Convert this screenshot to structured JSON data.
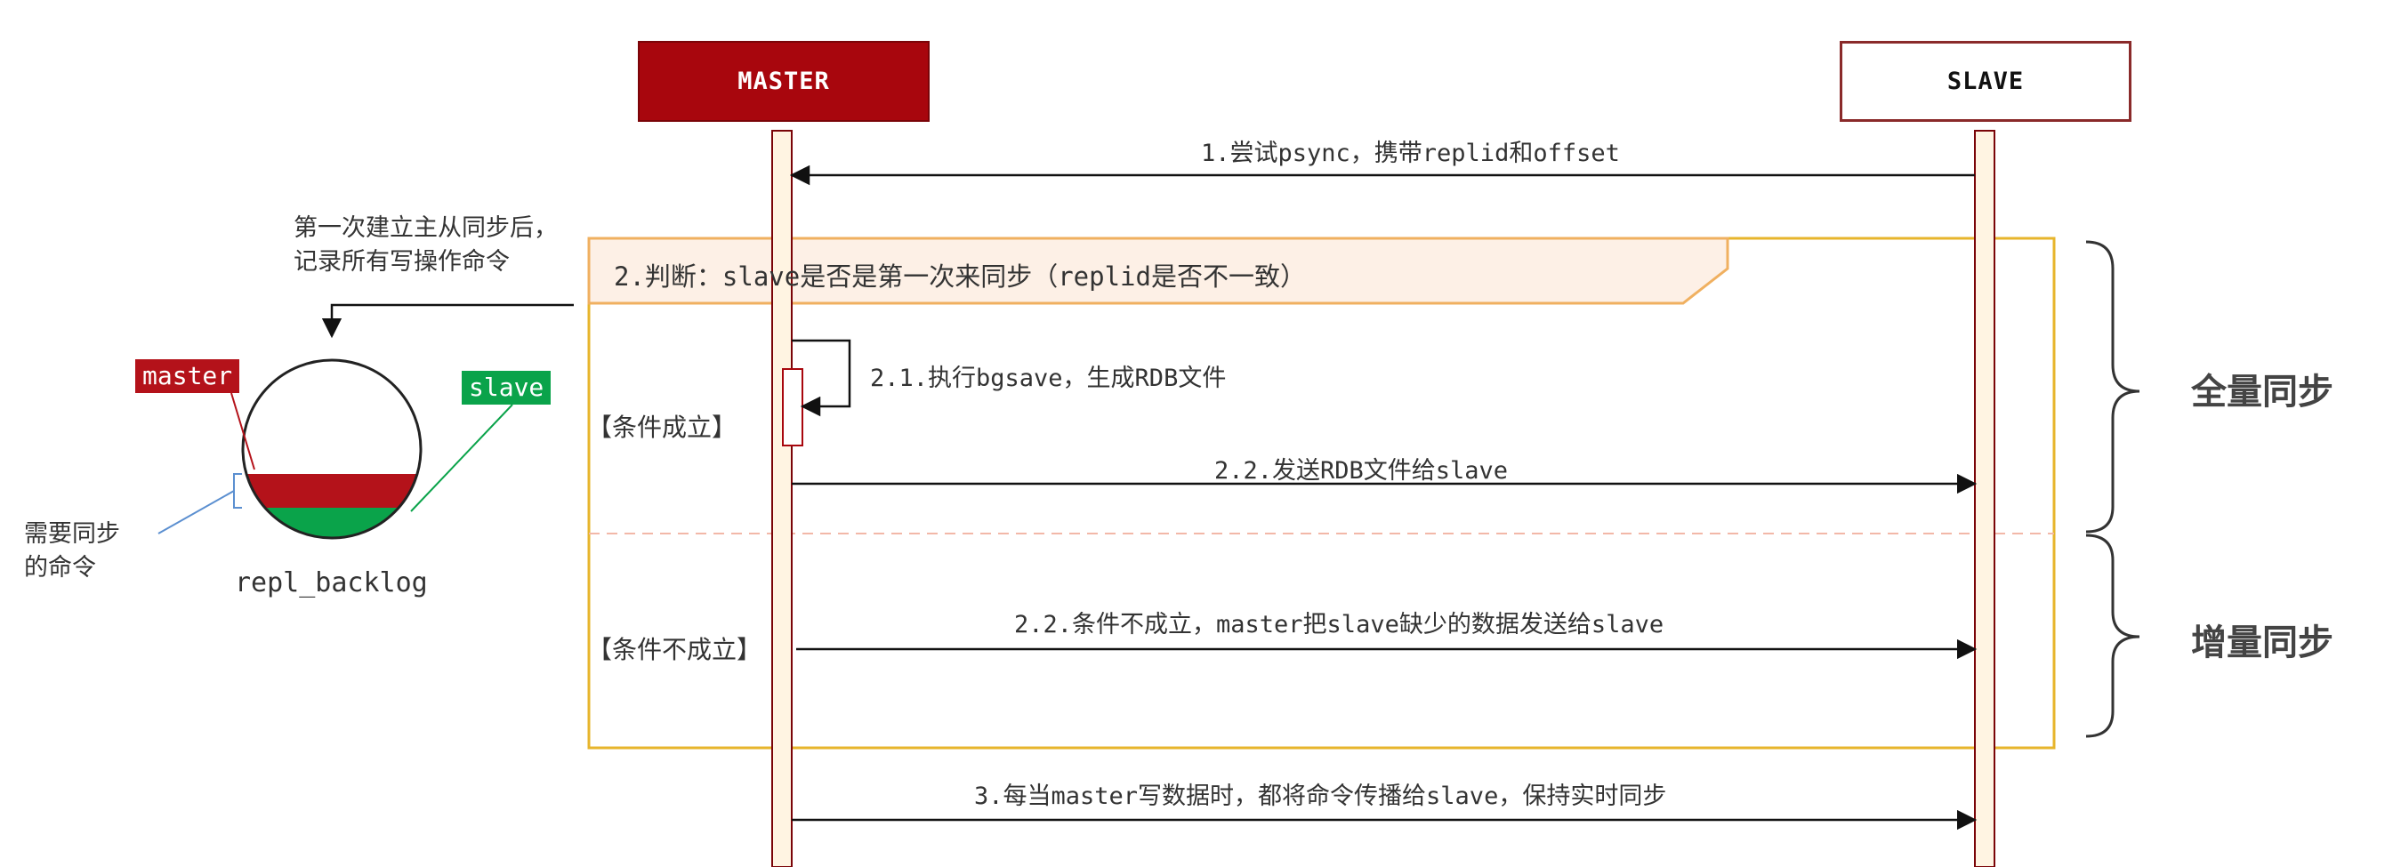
{
  "participants": {
    "master": "MASTER",
    "slave": "SLAVE"
  },
  "messages": {
    "m1": "1.尝试psync，携带replid和offset",
    "m21": "2.1.执行bgsave，生成RDB文件",
    "m22a": "2.2.发送RDB文件给slave",
    "m22b": "2.2.条件不成立，master把slave缺少的数据发送给slave",
    "m3": "3.每当master写数据时，都将命令传播给slave，保持实时同步"
  },
  "judge": {
    "text": "2.判断：slave是否是第一次来同步（replid是否不一致）"
  },
  "conditions": {
    "true_label": "【条件成立】",
    "false_label": "【条件不成立】"
  },
  "phases": {
    "full": "全量同步",
    "incremental": "增量同步"
  },
  "backlog": {
    "note_line1": "第一次建立主从同步后，",
    "note_line2": "记录所有写操作命令",
    "master_tag": "master",
    "slave_tag": "slave",
    "sync_note_line1": "需要同步",
    "sync_note_line2": "的命令",
    "label": "repl_backlog"
  },
  "colors": {
    "master_red": "#a8060d",
    "backlog_green": "#0aa34a",
    "frame_yellow": "#e7b52c",
    "judge_fill": "#fdf0e6",
    "judge_border": "#f0b060",
    "divider_pink": "#f2b8a8"
  }
}
